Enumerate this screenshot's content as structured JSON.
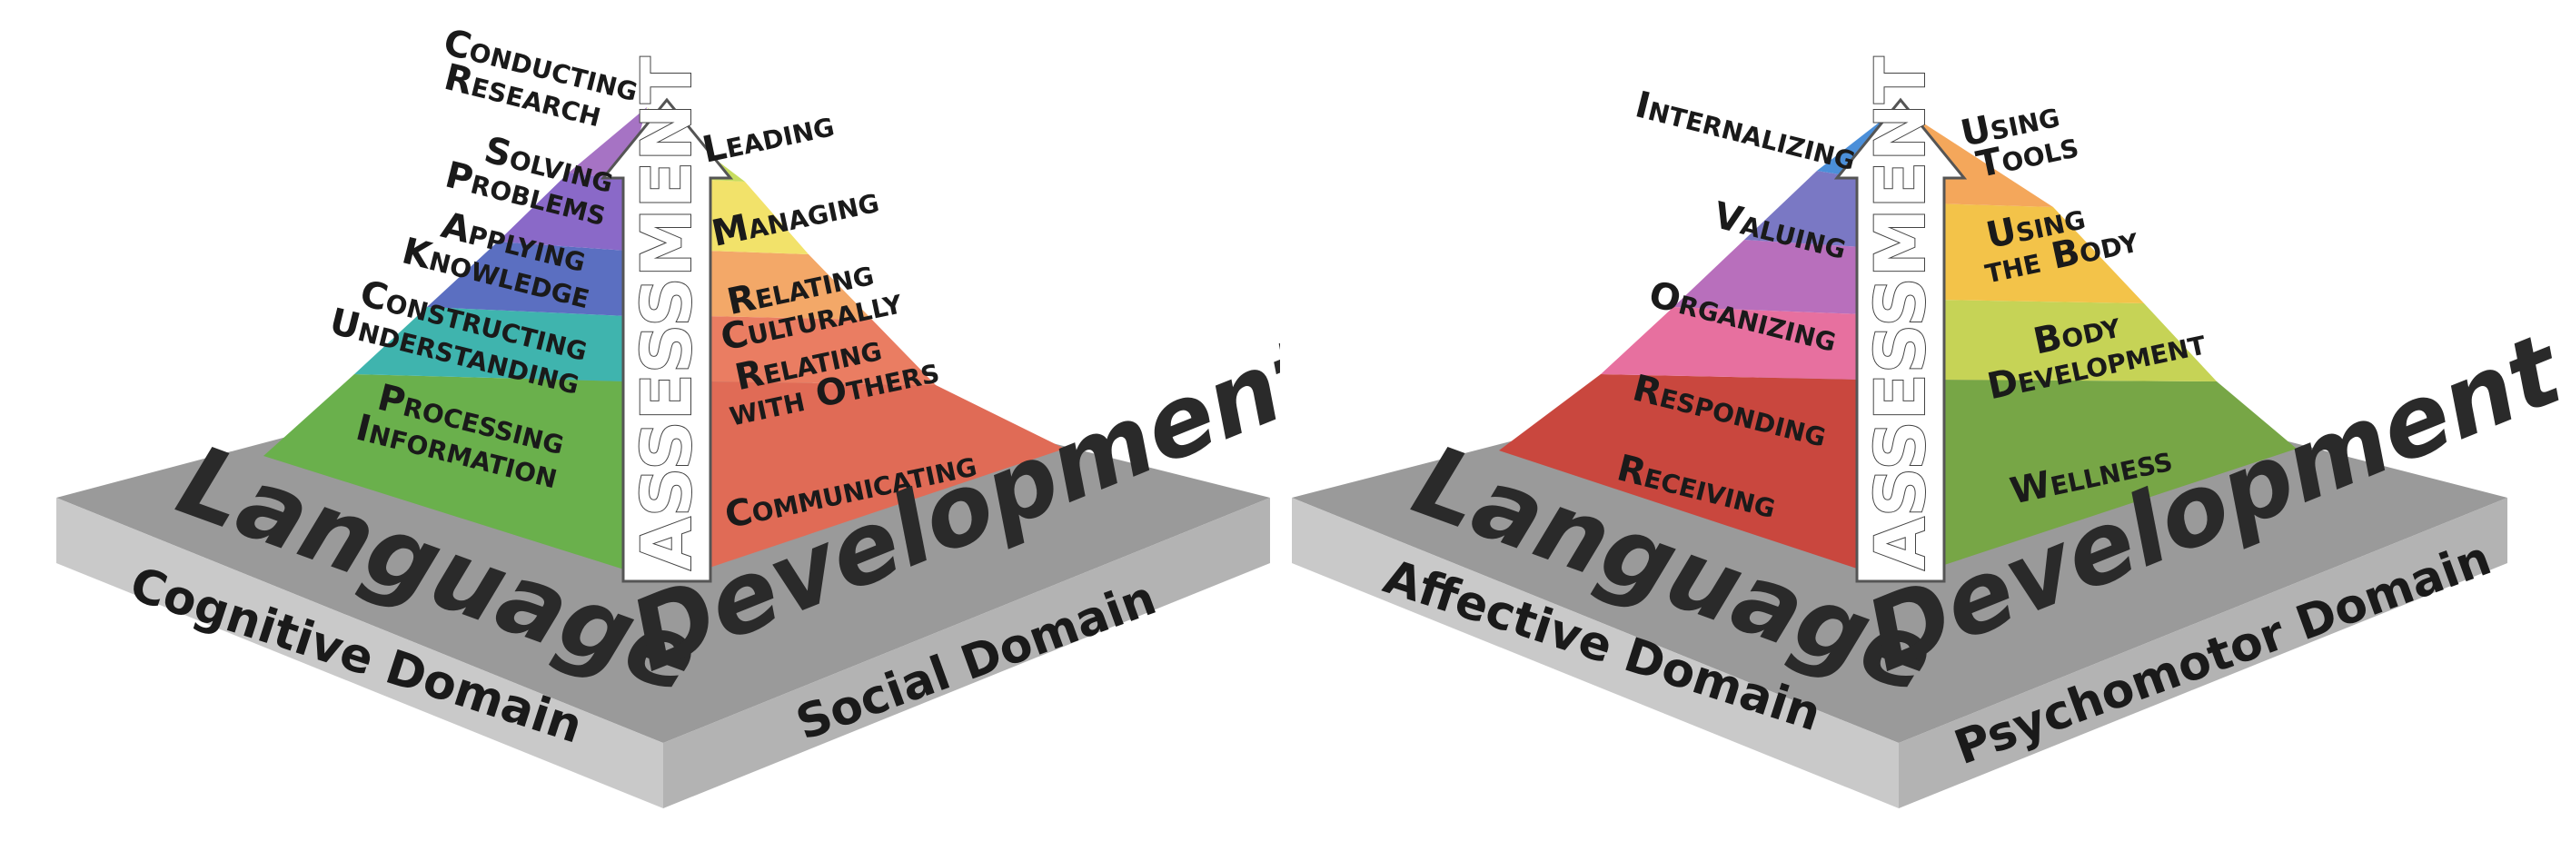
{
  "pyramids": [
    {
      "assessment": "ASSESSMENT",
      "platform_left_word": "Language",
      "platform_right_word": "Development",
      "left_domain": "Cognitive Domain",
      "right_domain": "Social Domain",
      "left_levels": [
        {
          "label": [
            "Processing",
            "Information"
          ],
          "color": "#6ab04c"
        },
        {
          "label": [
            "Constructing",
            "Understanding"
          ],
          "color": "#3fb4ae"
        },
        {
          "label": [
            "Applying",
            "Knowledge"
          ],
          "color": "#5b6fc1"
        },
        {
          "label": [
            "Solving",
            "Problems"
          ],
          "color": "#8a69c8"
        },
        {
          "label": [
            "Conducting",
            "Research"
          ],
          "color": "#a673c4"
        }
      ],
      "right_levels": [
        {
          "label": [
            "Communicating"
          ],
          "color": "#e06b56"
        },
        {
          "label": [
            "Relating",
            "with Others"
          ],
          "color": "#ea7d62"
        },
        {
          "label": [
            "Relating",
            "Culturally"
          ],
          "color": "#f3a868"
        },
        {
          "label": [
            "Managing"
          ],
          "color": "#f2e26a"
        },
        {
          "label": [
            "Leading"
          ],
          "color": "#c7dd5f"
        }
      ]
    },
    {
      "assessment": "ASSESSMENT",
      "platform_left_word": "Language",
      "platform_right_word": "Development",
      "left_domain": "Affective Domain",
      "right_domain": "Psychomotor Domain",
      "left_levels": [
        {
          "label": [
            "Receiving"
          ],
          "color": "#c9473e"
        },
        {
          "label": [
            "Responding"
          ],
          "color": "#e7709f"
        },
        {
          "label": [
            "Organizing"
          ],
          "color": "#b86fbc"
        },
        {
          "label": [
            "Valuing"
          ],
          "color": "#7a78c4"
        },
        {
          "label": [
            "Internalizing"
          ],
          "color": "#4b8fd9"
        }
      ],
      "right_levels": [
        {
          "label": [
            "Wellness"
          ],
          "color": "#77a646"
        },
        {
          "label": [
            "Body",
            "Development"
          ],
          "color": "#c6d356"
        },
        {
          "label": [
            "Using",
            "the Body"
          ],
          "color": "#f3c349"
        },
        {
          "label": [
            "Using",
            "Tools"
          ],
          "color": "#f4a75b"
        }
      ]
    }
  ]
}
